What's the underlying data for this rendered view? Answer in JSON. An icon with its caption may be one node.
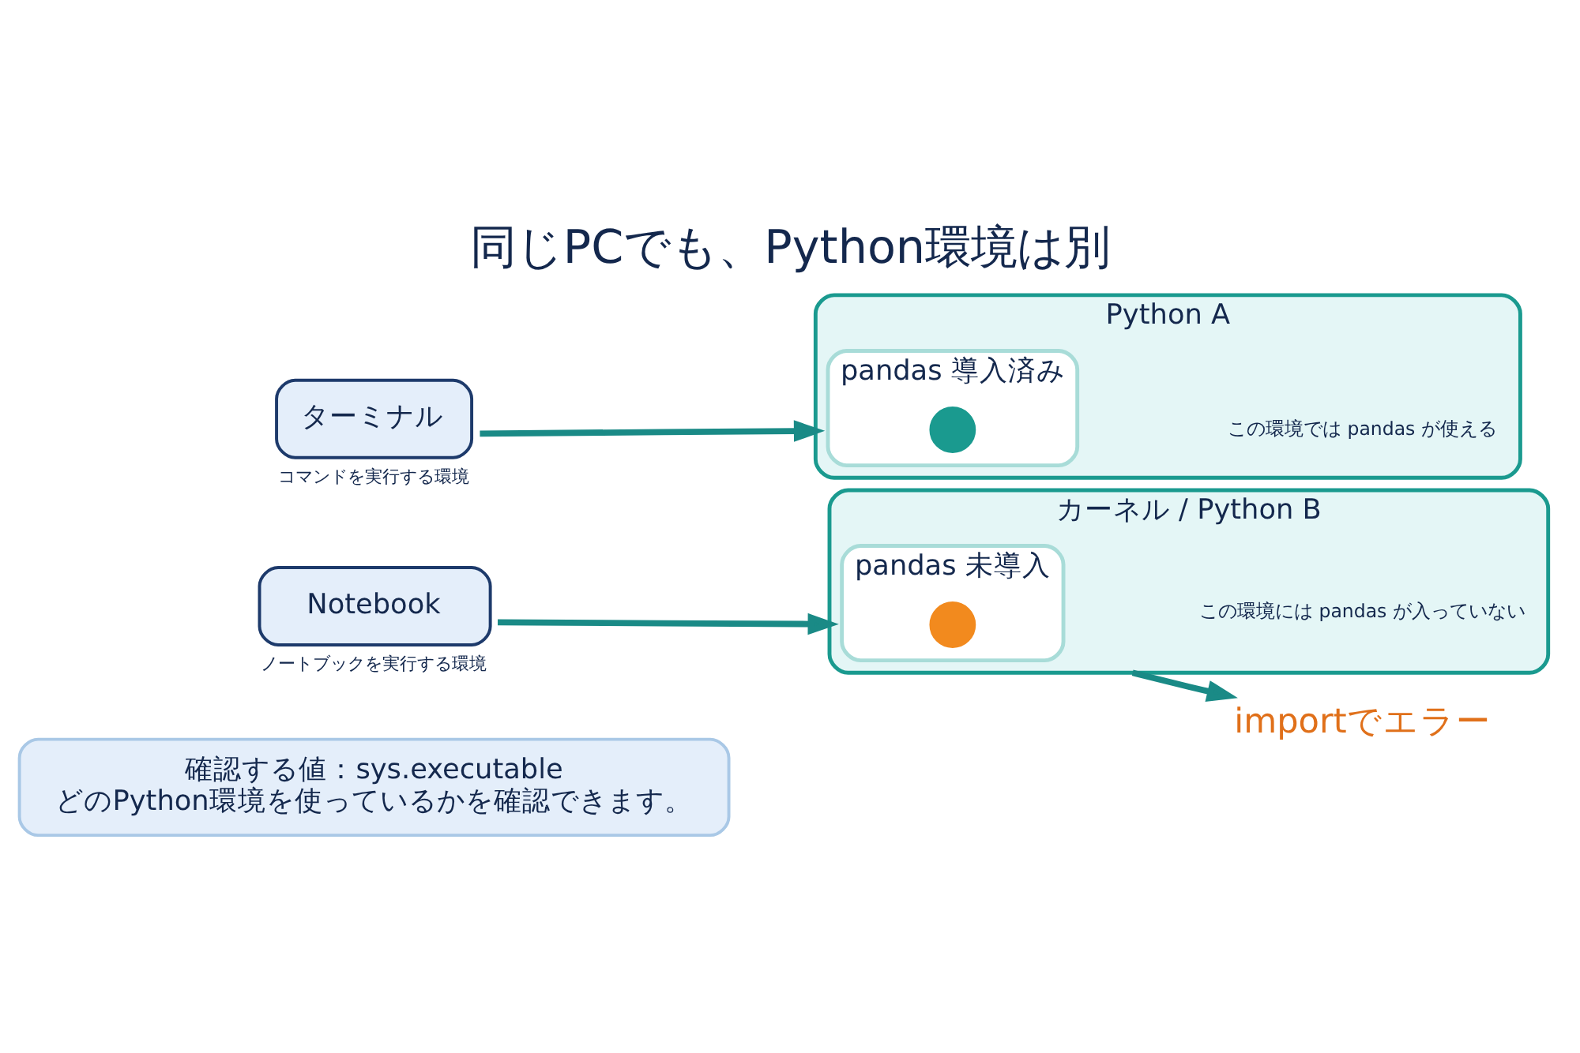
{
  "diagram": {
    "title": "同じPCでも、Python環境は別",
    "nodes": [
      {
        "text": [
          "ターミナル"
        ],
        "beside": [
          "コマンドを実行する環境"
        ]
      },
      {
        "text": [
          "Python A",
          "この環境では pandas が使える"
        ]
      },
      {
        "text": [
          "pandas 導入済み"
        ],
        "in": 1
      },
      {
        "text": [],
        "shape": "circle",
        "in": 2
      },
      {
        "text": [
          "Notebook"
        ],
        "beside": [
          "ノートブックを実行する環境"
        ]
      },
      {
        "text": [
          "カーネル / Python B",
          "この環境には pandas が入っていない"
        ]
      },
      {
        "text": [
          "pandas 未導入"
        ],
        "in": 5
      },
      {
        "text": [],
        "shape": "circle",
        "in": 6
      },
      {
        "text": [
          "importでエラー"
        ]
      },
      {
        "text": [
          "確認する値：sys.executable",
          "どのPython環境を使っているかを確認できます。"
        ]
      }
    ],
    "edges": [
      {
        "from": 0,
        "to": 1,
        "arrow": "to"
      },
      {
        "from": 4,
        "to": 5,
        "arrow": "to"
      },
      {
        "from": 5,
        "to": 8,
        "arrow": "to"
      }
    ]
  }
}
